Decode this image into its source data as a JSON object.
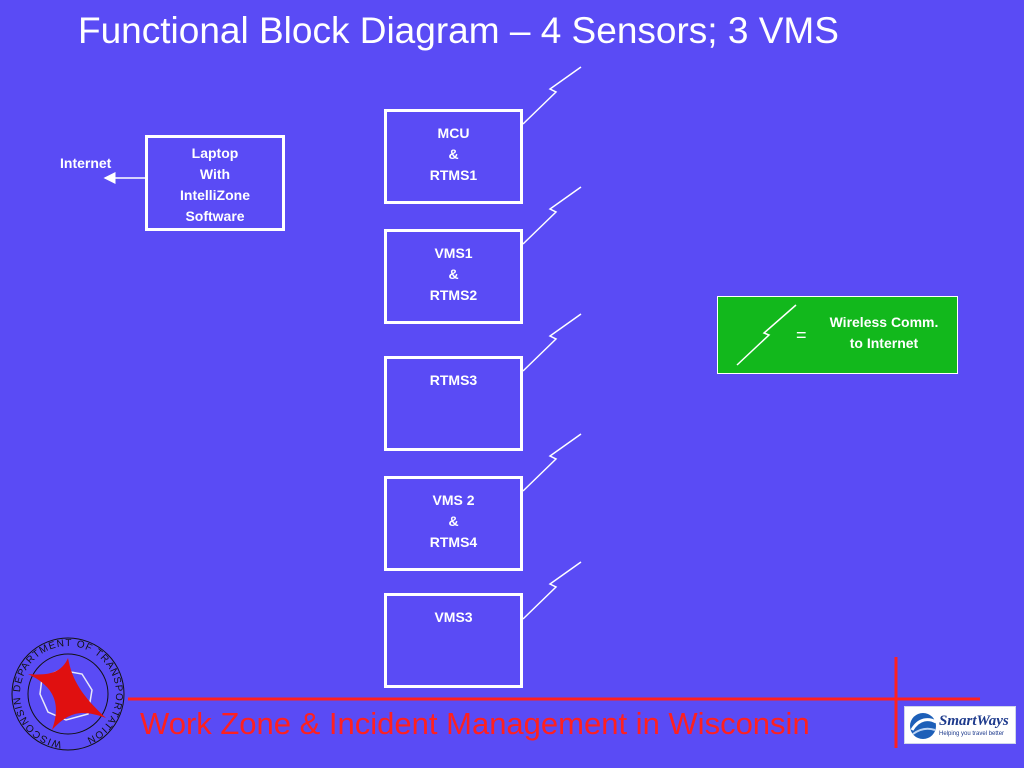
{
  "title": "Functional Block Diagram – 4 Sensors; 3 VMS",
  "laptop": {
    "lines": [
      "Laptop",
      "With",
      "IntelliZone",
      "Software"
    ]
  },
  "internet_label": "Internet",
  "blocks": [
    {
      "lines": [
        "MCU",
        "&",
        "RTMS1"
      ]
    },
    {
      "lines": [
        "VMS1",
        "&",
        "RTMS2"
      ]
    },
    {
      "lines": [
        "RTMS3"
      ]
    },
    {
      "lines": [
        "VMS 2",
        "&",
        "RTMS4"
      ]
    },
    {
      "lines": [
        "VMS3"
      ]
    }
  ],
  "legend": {
    "equals": "=",
    "lines": [
      "Wireless Comm.",
      "to Internet"
    ]
  },
  "footer": "Work Zone & Incident Management in Wisconsin",
  "logos": {
    "wisdot": "WISCONSIN DEPARTMENT OF TRANSPORTATION",
    "smartways": {
      "name": "SmartWays",
      "tagline": "Helping you travel better"
    }
  },
  "colors": {
    "background": "#5a4bf5",
    "legend_fill": "#12b81c",
    "footer_text": "#ff2020",
    "footer_rule": "#ff2020"
  }
}
